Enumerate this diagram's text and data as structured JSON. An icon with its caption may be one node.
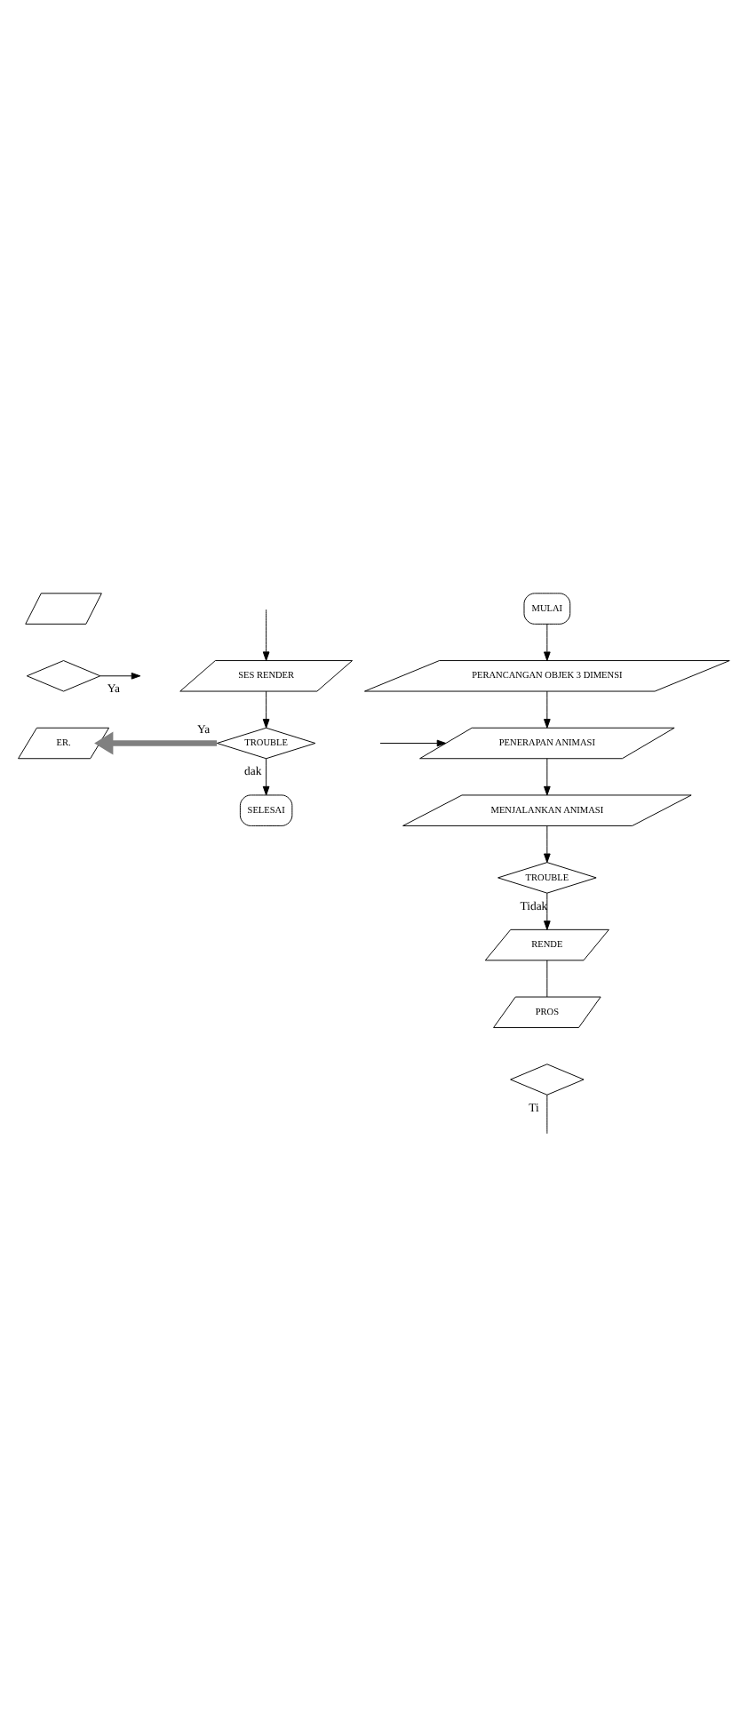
{
  "diagram": {
    "nodes": [
      {
        "text": [
          "MULAI"
        ]
      },
      {
        "text": [
          "PERANCANGAN OBJEK 3 DIMENSI"
        ]
      },
      {
        "text": [
          "PENERAPAN ANIMASI"
        ]
      },
      {
        "text": [
          "MENJALANKAN ANIMASI"
        ]
      },
      {
        "text": [
          "TROUBLE"
        ]
      },
      {
        "text": [
          "RENDE"
        ]
      },
      {
        "text": [
          "PROS"
        ]
      },
      {
        "text": [],
        "shape": "diamond"
      },
      {
        "text": [],
        "shape": "box"
      },
      {
        "text": [],
        "shape": "diamond"
      },
      {
        "text": [
          "ER."
        ]
      },
      {
        "text": [
          "SES RENDER"
        ]
      },
      {
        "text": [
          "TROUBLE"
        ]
      },
      {
        "text": [
          "SELESAI"
        ]
      }
    ],
    "edges": [
      {
        "from": 0,
        "to": 1,
        "arrow": "to"
      },
      {
        "from": 1,
        "to": 2,
        "arrow": "to"
      },
      {
        "from": 2,
        "to": 3,
        "arrow": "to"
      },
      {
        "from": 3,
        "to": 4,
        "arrow": "to"
      },
      {
        "from": 4,
        "to": 5,
        "arrow": "to",
        "label": "Tidak"
      },
      {
        "from": 5,
        "to": 6,
        "arrow": "none"
      },
      {
        "from": null,
        "to": 2,
        "arrow": "to"
      },
      {
        "from": 7,
        "to": null,
        "arrow": "none",
        "label": "Ti"
      },
      {
        "from": 9,
        "to": null,
        "arrow": "to",
        "label": "Ya"
      },
      {
        "from": null,
        "to": 11,
        "arrow": "to"
      },
      {
        "from": 11,
        "to": 12,
        "arrow": "to"
      },
      {
        "from": 12,
        "to": 13,
        "arrow": "to",
        "label": "dak"
      },
      {
        "from": 12,
        "to": 10,
        "arrow": "to",
        "label": "Ya",
        "style": "thick",
        "color": "#808080"
      }
    ]
  }
}
